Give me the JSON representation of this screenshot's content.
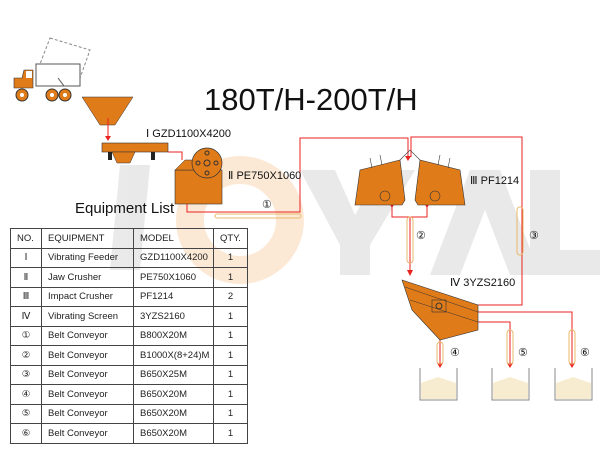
{
  "title": "180T/H-200T/H",
  "watermark": "JOYAL",
  "colors": {
    "machine": "#e07b1a",
    "flow": "#e8221f",
    "belt": "#e9b86a",
    "table_border": "#d9a040"
  },
  "labels": {
    "feeder": "Ⅰ GZD1100X4200",
    "jaw": "Ⅱ PE750X1060",
    "impact": "Ⅲ PF1214",
    "screen": "Ⅳ 3YZS2160",
    "belt1": "①",
    "belt2": "②",
    "belt3": "③",
    "belt4": "④",
    "belt5": "⑤",
    "belt6": "⑥"
  },
  "equipment_list": {
    "title": "Equipment List",
    "headers": [
      "NO.",
      "EQUIPMENT",
      "MODEL",
      "QTY."
    ],
    "rows": [
      [
        "Ⅰ",
        "Vibrating Feeder",
        "GZD1100X4200",
        "1"
      ],
      [
        "Ⅱ",
        "Jaw Crusher",
        "PE750X1060",
        "1"
      ],
      [
        "Ⅲ",
        "Impact Crusher",
        "PF1214",
        "2"
      ],
      [
        "Ⅳ",
        "Vibrating Screen",
        "3YZS2160",
        "1"
      ],
      [
        "①",
        "Belt Conveyor",
        "B800X20M",
        "1"
      ],
      [
        "②",
        "Belt Conveyor",
        "B1000X(8+24)M",
        "1"
      ],
      [
        "③",
        "Belt Conveyor",
        "B650X25M",
        "1"
      ],
      [
        "④",
        "Belt Conveyor",
        "B650X20M",
        "1"
      ],
      [
        "⑤",
        "Belt Conveyor",
        "B650X20M",
        "1"
      ],
      [
        "⑥",
        "Belt Conveyor",
        "B650X20M",
        "1"
      ]
    ]
  }
}
